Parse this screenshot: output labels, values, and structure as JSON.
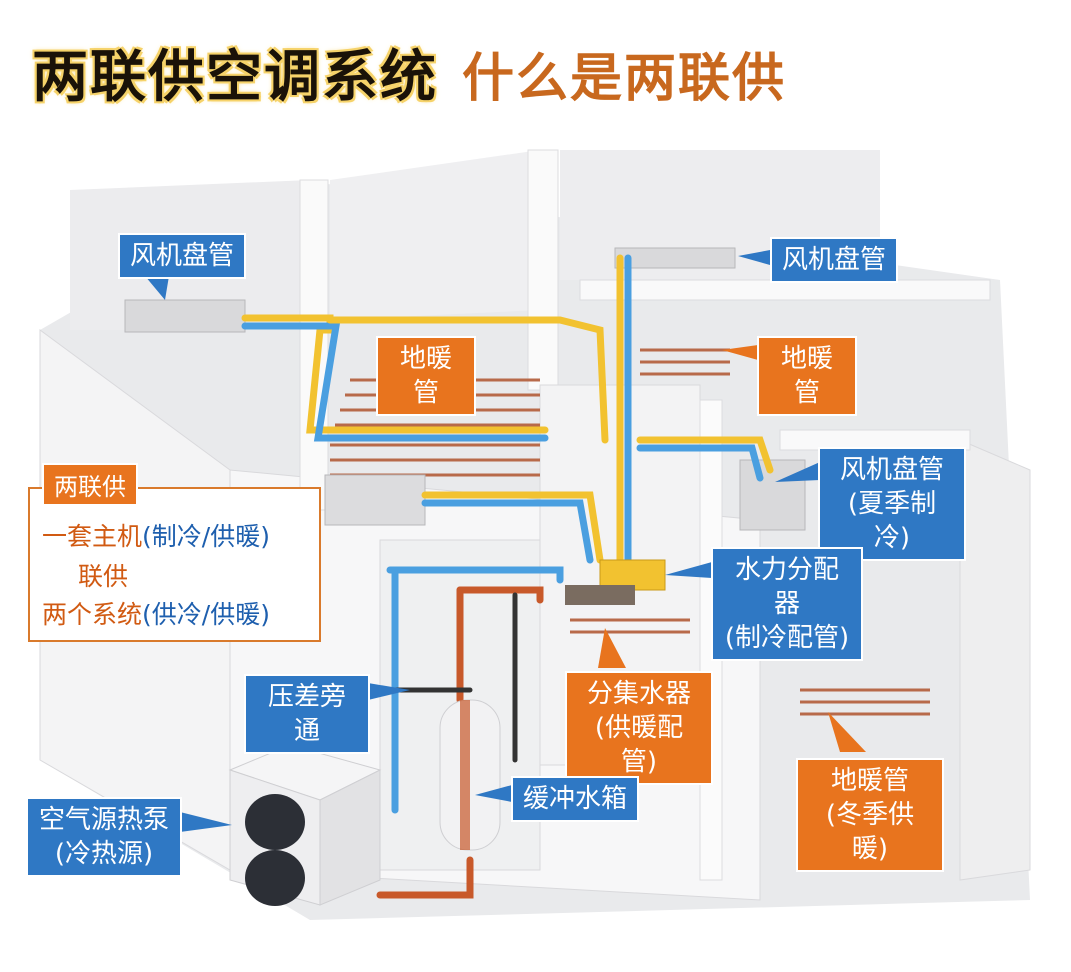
{
  "header": {
    "title_main": "两联供空调系统",
    "title_sub": "什么是两联供"
  },
  "labels": {
    "fan_coil_1": "风机盘管",
    "fan_coil_2": "风机盘管",
    "floor_heating_1": "地暖管",
    "floor_heating_2": "地暖管",
    "fan_coil_summer_line1": "风机盘管",
    "fan_coil_summer_line2": "(夏季制冷)",
    "hydraulic_distributor_line1": "水力分配器",
    "hydraulic_distributor_line2": "(制冷配管)",
    "manifold_line1": "分集水器",
    "manifold_line2": "(供暖配管)",
    "bypass": "压差旁通",
    "buffer_tank": "缓冲水箱",
    "heat_pump_line1": "空气源热泵",
    "heat_pump_line2": "(冷热源)",
    "floor_winter_line1": "地暖管",
    "floor_winter_line2": "(冬季供暖)"
  },
  "legend": {
    "title": "两联供",
    "line1_a": "一套主机",
    "line1_b": "(制冷/供暖)",
    "line2": "联供",
    "line3_a": "两个系统",
    "line3_b": "(供冷/供暖)"
  },
  "colors": {
    "blue_label": "#2f78c4",
    "orange_label": "#e8741e",
    "yellow_pipe": "#f2c230",
    "blue_pipe": "#4a9fe0",
    "copper_pipe": "#c8592a"
  }
}
